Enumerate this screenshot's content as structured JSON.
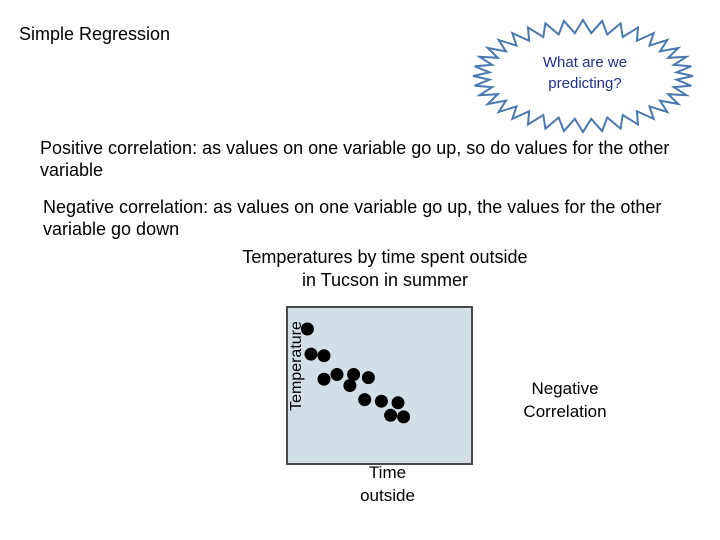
{
  "title": "Simple Regression",
  "callout": {
    "line1": "What are we",
    "line2": "predicting?"
  },
  "definitions": {
    "positive": "Positive correlation: as values on one variable go up, so do values for the other variable",
    "negative": "Negative correlation: as values on one variable go up, the values for the other variable go down"
  },
  "chart_caption": {
    "line1": "Temperatures by time spent outside",
    "line2": "in Tucson in summer"
  },
  "colors": {
    "plot_fill": "#d3dfe6",
    "plot_border": "#4a4a4a",
    "point": "#000000",
    "callout_stroke": "#4a78b0",
    "callout_text": "#1f2f8a"
  },
  "chart_data": {
    "type": "scatter",
    "title": "Temperatures by time spent outside in Tucson in summer",
    "xlabel": "Time outside",
    "ylabel": "Temperature",
    "annotation": "Negative Correlation",
    "xlim": [
      0,
      10
    ],
    "ylim": [
      0,
      10
    ],
    "grid": false,
    "legend": "none",
    "points": [
      {
        "x": 1.1,
        "y": 8.6
      },
      {
        "x": 1.3,
        "y": 7.0
      },
      {
        "x": 2.0,
        "y": 6.9
      },
      {
        "x": 2.7,
        "y": 5.7
      },
      {
        "x": 3.6,
        "y": 5.7
      },
      {
        "x": 3.4,
        "y": 5.0
      },
      {
        "x": 4.4,
        "y": 5.5
      },
      {
        "x": 4.2,
        "y": 4.1
      },
      {
        "x": 2.0,
        "y": 5.4
      },
      {
        "x": 5.1,
        "y": 4.0
      },
      {
        "x": 6.0,
        "y": 3.9
      },
      {
        "x": 5.6,
        "y": 3.1
      },
      {
        "x": 6.3,
        "y": 3.0
      }
    ]
  }
}
